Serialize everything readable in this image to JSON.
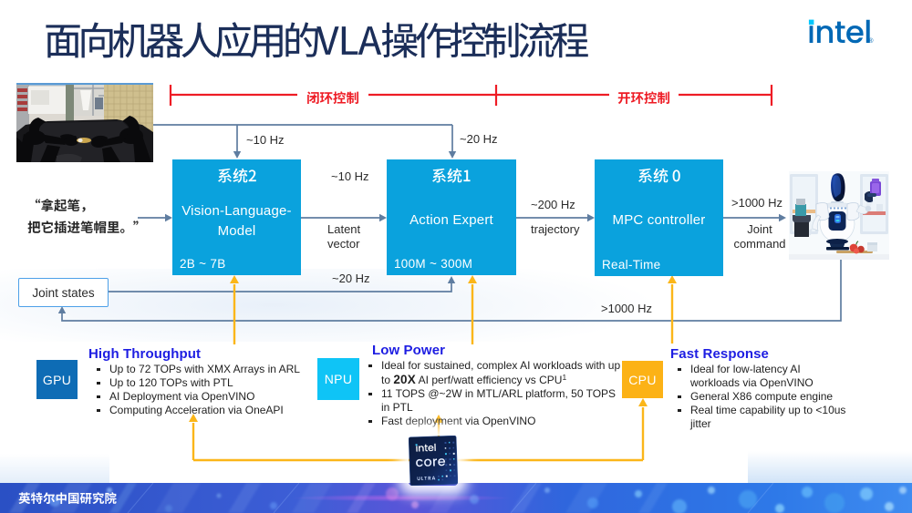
{
  "slide": {
    "title": "面向机器人应用的VLA操作控制流程",
    "brand": "intel",
    "brand_registered": "®",
    "footer_org": "英特尔中国研究院"
  },
  "sections": {
    "closed_loop": "闭环控制",
    "open_loop": "开环控制"
  },
  "instruction": {
    "line1": "“拿起笔，",
    "line2": "把它插进笔帽里。”"
  },
  "systems": {
    "system2": {
      "title": "系统2",
      "body": "Vision-Language-Model",
      "tag": "2B ~ 7B"
    },
    "system1": {
      "title": "系统1",
      "body": "Action Expert",
      "tag": "100M ~ 300M"
    },
    "system0": {
      "title": "系统 0",
      "body": "MPC controller",
      "tag": "Real-Time"
    }
  },
  "joint_states_label": "Joint states",
  "flows": {
    "camera_to_system2": "~10 Hz",
    "camera_to_system1": "~20 Hz",
    "system2_to_system1_rate": "~10 Hz",
    "system2_to_system1_payload": "Latent vector",
    "system1_to_system0_rate": "~200 Hz",
    "system1_to_system0_payload": "trajectory",
    "system0_to_robot_rate": ">1000 Hz",
    "system0_to_robot_payload": "Joint command",
    "joint_states_to_system1": "~20 Hz",
    "robot_to_joint_states": ">1000 Hz"
  },
  "hardware": {
    "gpu": {
      "chip": "GPU",
      "heading": "High Throughput",
      "bullets": [
        "Up to 72 TOPs with XMX Arrays in ARL",
        "Up to 120 TOPs with PTL",
        "AI Deployment via OpenVINO",
        "Computing Acceleration via OneAPI"
      ]
    },
    "npu": {
      "chip": "NPU",
      "heading": "Low Power",
      "bullets": [
        {
          "pre": "Ideal for sustained, complex AI workloads with up to ",
          "em": "20X",
          "mid": " AI perf/watt efficiency vs CPU",
          "sup": "1"
        },
        "11 TOPS @~2W  in MTL/ARL platform, 50 TOPS in PTL",
        "Fast deployment via OpenVINO"
      ]
    },
    "cpu": {
      "chip": "CPU",
      "heading": "Fast Response",
      "bullets": [
        "Ideal for low-latency AI workloads via OpenVINO",
        "General X86 compute engine",
        "Real time capability up to <10us jitter"
      ]
    }
  },
  "badge": {
    "brand": "intel",
    "product": "core",
    "tier": "ULTRA"
  },
  "colors": {
    "title_navy": "#1b2e59",
    "loop_red": "#ee1c25",
    "system_box_blue": "#0aa2dd",
    "gpu_blue": "#0e6cb5",
    "npu_cyan": "#0fc4f6",
    "cpu_amber": "#fcb216",
    "hardware_arrow_yellow": "#fbb619",
    "signal_slate": "#5f7da0",
    "heading_blue": "#1d1de2",
    "intel_blue": "#0068b5",
    "intel_dot_cyan": "#00c7fd"
  }
}
